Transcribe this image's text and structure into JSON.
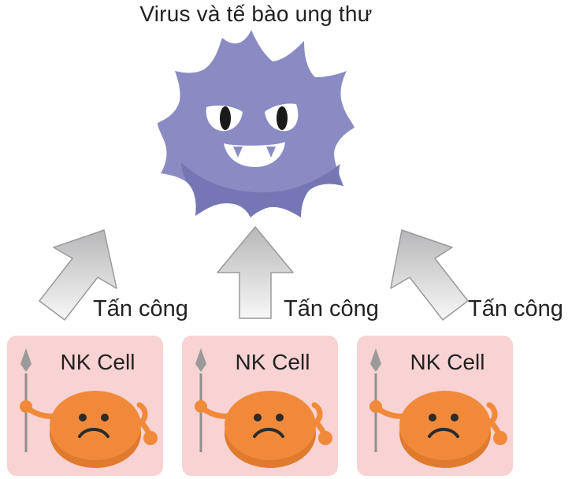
{
  "title": "Virus và tế bào ung thư",
  "attack_label": "Tấn công",
  "cards": [
    {
      "label": "NK Cell"
    },
    {
      "label": "NK Cell"
    },
    {
      "label": "NK Cell"
    }
  ],
  "colors": {
    "virus_body": "#8b8bc3",
    "virus_shadow": "#6f6fae",
    "arrow_fill_top": "#b7b7b9",
    "arrow_fill_bottom": "#f7f7f7",
    "card_bg": "#f9d2d3",
    "nk_cell": "#f08a3a",
    "nk_cell_dark": "#e07a2c",
    "spear": "#9a9a9a"
  }
}
